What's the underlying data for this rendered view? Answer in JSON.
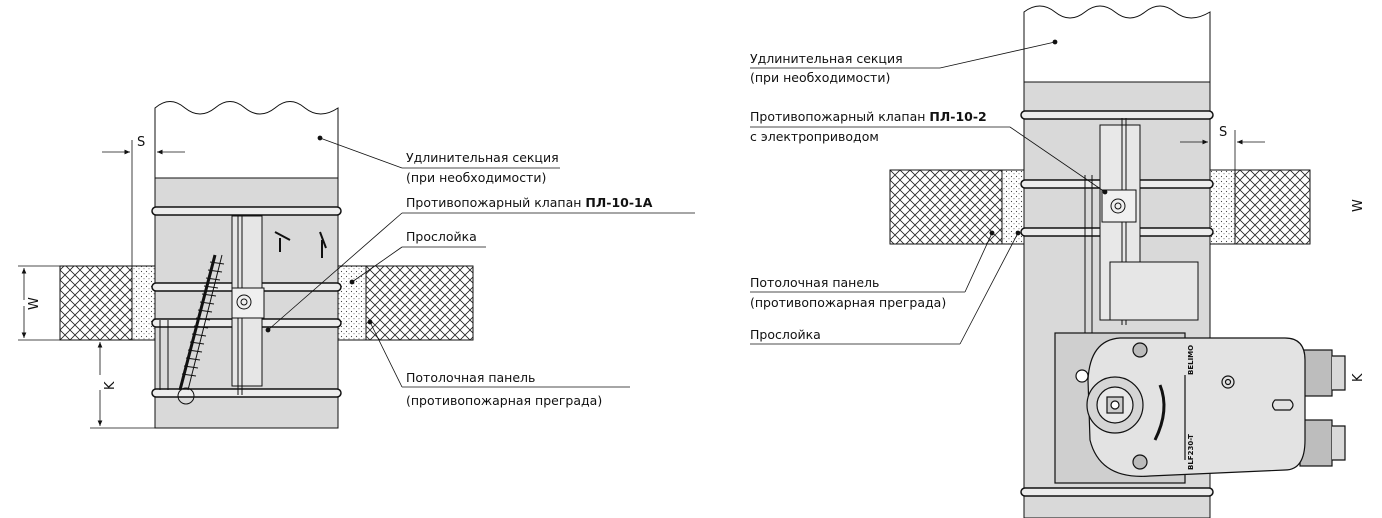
{
  "colors": {
    "duct": "#d9d9d9",
    "line": "#111111",
    "fill_pattern": "#222222",
    "bg": "#ffffff"
  },
  "left": {
    "extension_label": "Удлинительная секция",
    "extension_sub": "(при необходимости)",
    "valve_label": "Противопожарный клапан ",
    "valve_model": "ПЛ-10-1А",
    "interlayer_label": "Прослойка",
    "panel_label": "Потолочная панель",
    "panel_sub": "(противопожарная преграда)",
    "dim_s": "S",
    "dim_w": "W",
    "dim_k": "K"
  },
  "right": {
    "extension_label": "Удлинительная секция",
    "extension_sub": "(при необходимости)",
    "valve_label": "Противопожарный клапан ",
    "valve_model": "ПЛ-10-2",
    "valve_sub": "с электроприводом",
    "panel_label": "Потолочная панель",
    "panel_sub": "(противопожарная преграда)",
    "interlayer_label": "Прослойка",
    "dim_s": "S",
    "dim_w": "W",
    "dim_k": "K",
    "actuator_brand": "BELIMO",
    "actuator_model": "BLF230-T"
  }
}
